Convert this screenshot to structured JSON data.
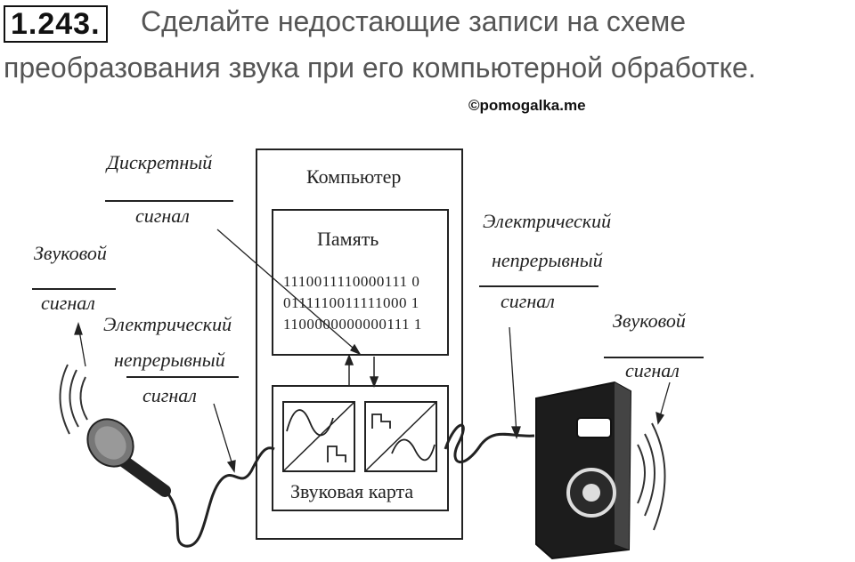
{
  "task": {
    "number": "1.243.",
    "line1": "Сделайте недостающие записи на схеме",
    "line2": "преобразования звука при его компьютерной обработке."
  },
  "watermark": "©pomogalka.me",
  "diagram": {
    "computer_label": "Компьютер",
    "memory_label": "Память",
    "binary_lines": [
      "1110011110000111 0",
      "0111110011111000 1",
      "1100000000000111 1"
    ],
    "sound_card_label": "Звуковая карта",
    "labels": {
      "discrete_top": "Дискретный",
      "discrete_bottom": "сигнал",
      "sound_left_top": "Звуковой",
      "sound_left_bottom": "сигнал",
      "electric_left_1": "Электрический",
      "electric_left_2": "непрерывный",
      "electric_left_3": "сигнал",
      "electric_right_1": "Электрический",
      "electric_right_2": "непрерывный",
      "electric_right_3": "сигнал",
      "sound_right_top": "Звуковой",
      "sound_right_bottom": "сигнал"
    },
    "icons": [
      "microphone-icon",
      "speaker-icon",
      "sound-wave-icon"
    ]
  }
}
